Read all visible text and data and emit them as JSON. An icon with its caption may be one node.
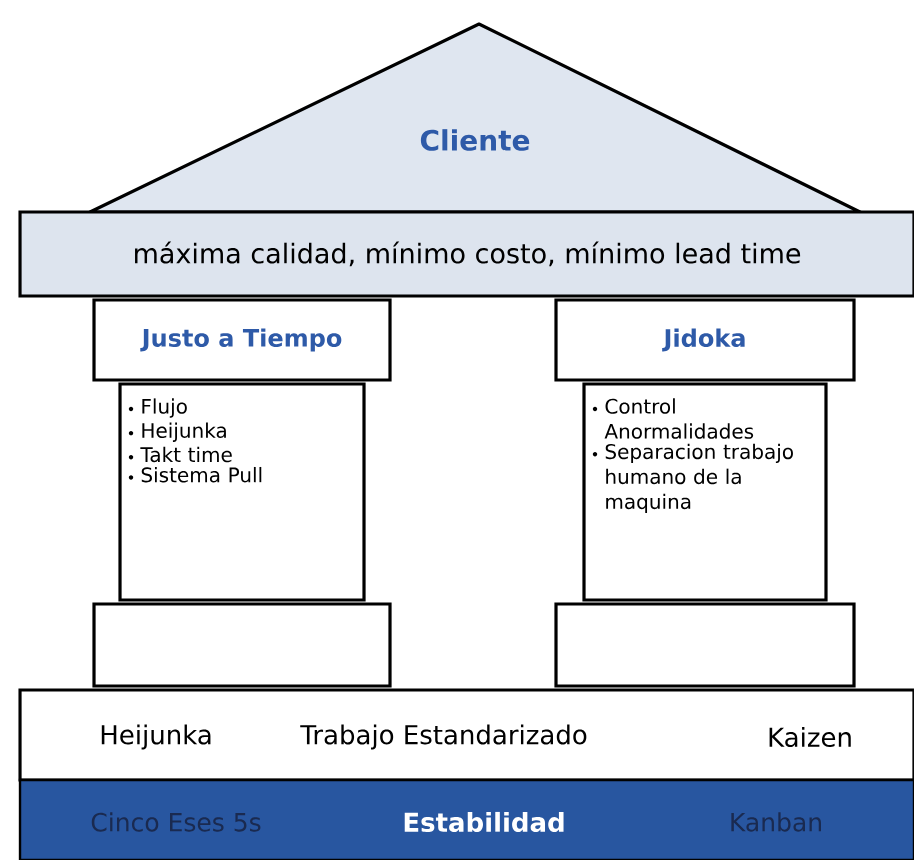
{
  "diagram": {
    "nodes": [
      {
        "text": [
          "Cliente"
        ]
      },
      {
        "text": [
          "máxima calidad, mínimo costo, mínimo lead time"
        ]
      },
      {
        "text": [
          "Justo a Tiempo"
        ]
      },
      {
        "text": [
          "Jidoka"
        ]
      },
      {
        "text": [
          "Flujo",
          "Heijunka",
          "Takt time",
          "Sistema Pull"
        ]
      },
      {
        "text": [
          "Control Anormalidades",
          "Separacion trabajo humano de la maquina"
        ]
      },
      {
        "text": [],
        "shape": "box"
      },
      {
        "text": [],
        "shape": "box"
      },
      {
        "text": [
          "Heijunka",
          "Trabajo Estandarizado",
          "Kaizen"
        ]
      },
      {
        "text": [
          "Cinco Eses 5s",
          "Estabilidad",
          "Kanban"
        ]
      }
    ],
    "edges": []
  }
}
